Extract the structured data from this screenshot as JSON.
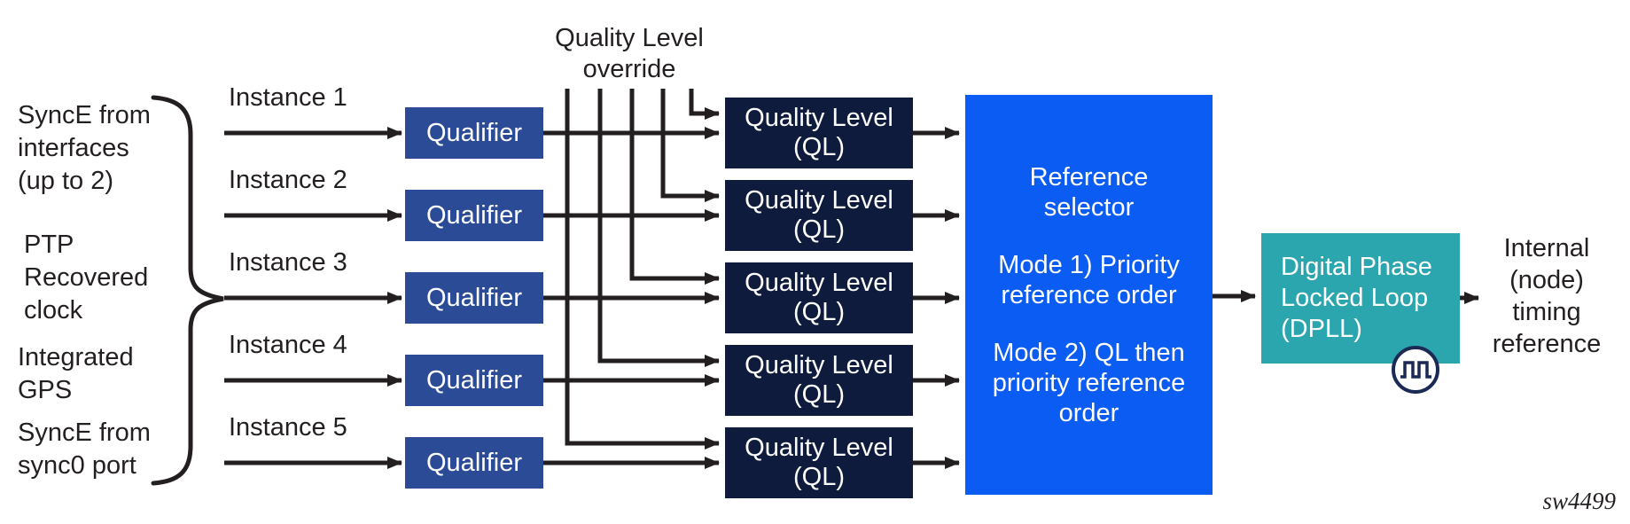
{
  "diagram": {
    "figure_id": "sw4499",
    "sources": [
      "SyncE from\ninterfaces\n(up to 2)",
      "PTP\nRecovered\nclock",
      "Integrated\nGPS",
      "SyncE from\nsync0 port"
    ],
    "override_label": "Quality Level\noverride",
    "rows": [
      {
        "instance": "Instance 1",
        "qualifier": "Qualifier",
        "quality_level": "Quality Level\n(QL)"
      },
      {
        "instance": "Instance 2",
        "qualifier": "Qualifier",
        "quality_level": "Quality Level\n(QL)"
      },
      {
        "instance": "Instance 3",
        "qualifier": "Qualifier",
        "quality_level": "Quality Level\n(QL)"
      },
      {
        "instance": "Instance 4",
        "qualifier": "Qualifier",
        "quality_level": "Quality Level\n(QL)"
      },
      {
        "instance": "Instance 5",
        "qualifier": "Qualifier",
        "quality_level": "Quality Level\n(QL)"
      }
    ],
    "selector": {
      "title": "Reference\nselector",
      "mode1": "Mode 1) Priority\nreference order",
      "mode2": "Mode 2) QL then\npriority reference\norder"
    },
    "dpll_label": "Digital Phase\nLocked Loop\n(DPLL)",
    "output_label": "Internal\n(node)\ntiming\nreference",
    "icons": {
      "dpll_icon": "square-wave-icon"
    },
    "colors": {
      "qualifier_box": "#2B4B96",
      "quality_level_box": "#0E1B3C",
      "reference_selector_box": "#0B5CF2",
      "dpll_box": "#2BA6AE",
      "line": "#231F20",
      "text_dark": "#231F20",
      "text_light": "#FFFFFF"
    }
  }
}
